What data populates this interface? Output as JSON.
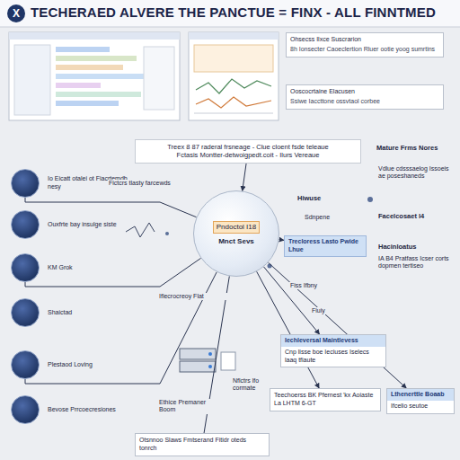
{
  "diagram": {
    "title": "TECHERAED ALVERE THE PANCTUE = FINX - ALL FINNTMED",
    "nodes": [
      {
        "text": [
          "Treex 8 87 raderal frsneage - Clue cloent fsde teleaue",
          "Fctasis Montter-detwoigpedt.coit - Ilurs Vereaue"
        ]
      },
      {
        "text": [
          "Ohsecss Ilxce Suscrarion",
          "8h Ionsecter Caoeclertion Rluer ootie yoog sumrtins"
        ]
      },
      {
        "text": [
          "Ooscocrtaine Elacusen",
          "Ssiwe Iaccttone ossvtaol corbee"
        ]
      },
      {
        "text": [
          "Pndoctol I18",
          "Mnct Sevs"
        ]
      },
      {
        "text": [
          "Trecloress Lasto Pwide Lhue"
        ]
      },
      {
        "text": [
          "Iechleversal Maintlevess",
          "Cnp lisse boe Ieciuses Iselecs laaq tfiaute"
        ]
      },
      {
        "text": [
          "Teechoerss BK Pfernest 'kx Aoiaste La LHTM 6-GT"
        ]
      },
      {
        "text": [
          "Lthenerttle Boaab",
          "Ifcelio seutoe"
        ]
      },
      {
        "text": [
          "Otsnnoo Slaws Fmtserand Fitidr oteds tonrch"
        ]
      },
      {
        "text": [
          "Io Eicatt otalei ot Fiacrtemdb nesy"
        ]
      },
      {
        "text": [
          "Ouxfrte bay insulge siste"
        ]
      },
      {
        "text": [
          "KM Grok"
        ]
      },
      {
        "text": [
          "Shaictad"
        ]
      },
      {
        "text": [
          "Plestaod Loving"
        ]
      },
      {
        "text": [
          "Bevose Prrcoecresiones"
        ]
      }
    ],
    "edges": [
      {
        "from": 0,
        "to": 3,
        "arrow": "to"
      },
      {
        "from": 3,
        "to": 4,
        "arrow": "to"
      },
      {
        "from": 3,
        "to": 5,
        "arrow": "to"
      },
      {
        "from": 3,
        "to": 6,
        "arrow": "to"
      },
      {
        "from": 3,
        "to": 7,
        "arrow": "to"
      },
      {
        "from": 3,
        "to": 8,
        "arrow": "none"
      },
      {
        "from": 9,
        "to": 3,
        "arrow": "none"
      },
      {
        "from": 11,
        "to": 3,
        "arrow": "none"
      },
      {
        "from": 13,
        "to": 3,
        "arrow": "none"
      }
    ],
    "labels": [
      "X",
      "Mature Frms Nores",
      "Fictcrs tlasty farcewds",
      "Hiwuse",
      "Sdnpene",
      "Iflecrocreoy Flat",
      "Fiss Ifbny",
      "Fiuiy",
      "Nflctrs lfo cormate",
      "Vdlue cdsssaelog Issoeis ae poseshaneds",
      "Facelcosaet l4",
      "Hacinloatus",
      "IA B4 Pratfass Icser corts dopmen tertiseo",
      "Ethice Premaner Boom"
    ]
  }
}
